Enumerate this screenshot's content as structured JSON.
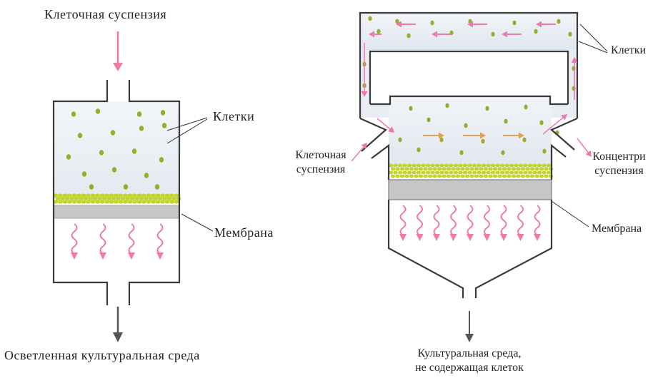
{
  "left": {
    "label_input": "Клеточная суспензия",
    "label_cells": "Клетки",
    "label_membrane": "Мембрана",
    "label_output": "Осветленная культуральная среда"
  },
  "right": {
    "label_cells": "Клетки",
    "label_input_line1": "Клеточная",
    "label_input_line2": "суспензия",
    "label_concentrate_line1": "Концентри",
    "label_concentrate_line2": "суспензия",
    "label_membrane": "Мембрана",
    "label_output_line1": "Культуральная среда,",
    "label_output_line2": "не содержащая клеток"
  },
  "colors": {
    "wall": "#3a3a3a",
    "chamber": "#e9eef4",
    "cell": "#9bab2c",
    "cell_layer": "#c2d330",
    "membrane": "#c8c8c8",
    "flow_arrow": "#ef7aa6",
    "tangential_arrow": "#d7a25a",
    "output_arrow": "#555555"
  }
}
